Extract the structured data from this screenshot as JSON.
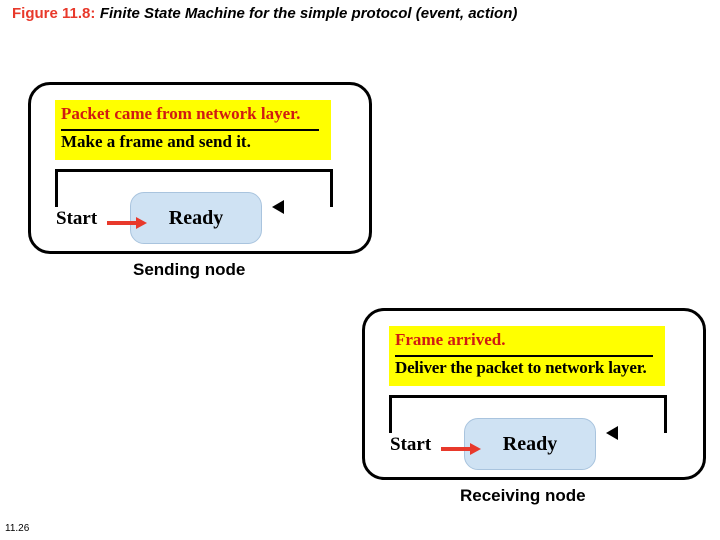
{
  "title": {
    "figure_label": "Figure 11.8:",
    "caption": "Finite State Machine  for the simple protocol (event, action)"
  },
  "colors": {
    "figure_label": "#e8392b",
    "event_box_background": "#ffff00",
    "event_text": "#d01a12",
    "action_text": "#000000",
    "state_fill": "#cfe2f3",
    "arrow_red": "#e8392b"
  },
  "diagram": {
    "nodes": [
      {
        "id": "sending-node",
        "caption": "Sending node",
        "event": "Packet came from network layer.",
        "action": "Make a frame and send it.",
        "state_label": "Ready",
        "start_label": "Start"
      },
      {
        "id": "receiving-node",
        "caption": "Receiving node",
        "event": "Frame arrived.",
        "action": "Deliver the packet to network layer.",
        "state_label": "Ready",
        "start_label": "Start"
      }
    ]
  },
  "footer": {
    "page_number": "11.26"
  }
}
